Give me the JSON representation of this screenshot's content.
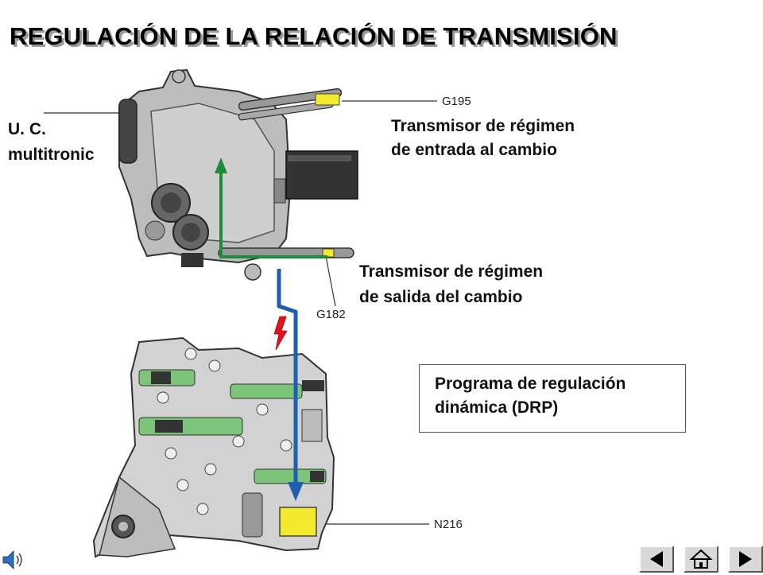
{
  "title": "REGULACIÓN DE LA RELACIÓN DE TRANSMISIÓN",
  "labels": {
    "uc_line1": "U. C.",
    "uc_line2": "multitronic",
    "input_line1": "Transmisor de régimen",
    "input_line2": "de entrada al cambio",
    "output_line1": "Transmisor de régimen",
    "output_line2": "de salida del cambio",
    "drp_line1": "Programa de regulación",
    "drp_line2": "dinámica (DRP)"
  },
  "codes": {
    "g195": "G195",
    "g182": "G182",
    "n216": "N216"
  },
  "colors": {
    "signal_green": "#1f8a3a",
    "signal_blue": "#1f5fb0",
    "sensor_yellow": "#f2ea2a",
    "lightning_red": "#e0141e"
  },
  "nav": {
    "back_icon": "triangle-left-icon",
    "home_icon": "home-icon",
    "forward_icon": "triangle-right-icon"
  },
  "audio_icon": "speaker-icon"
}
